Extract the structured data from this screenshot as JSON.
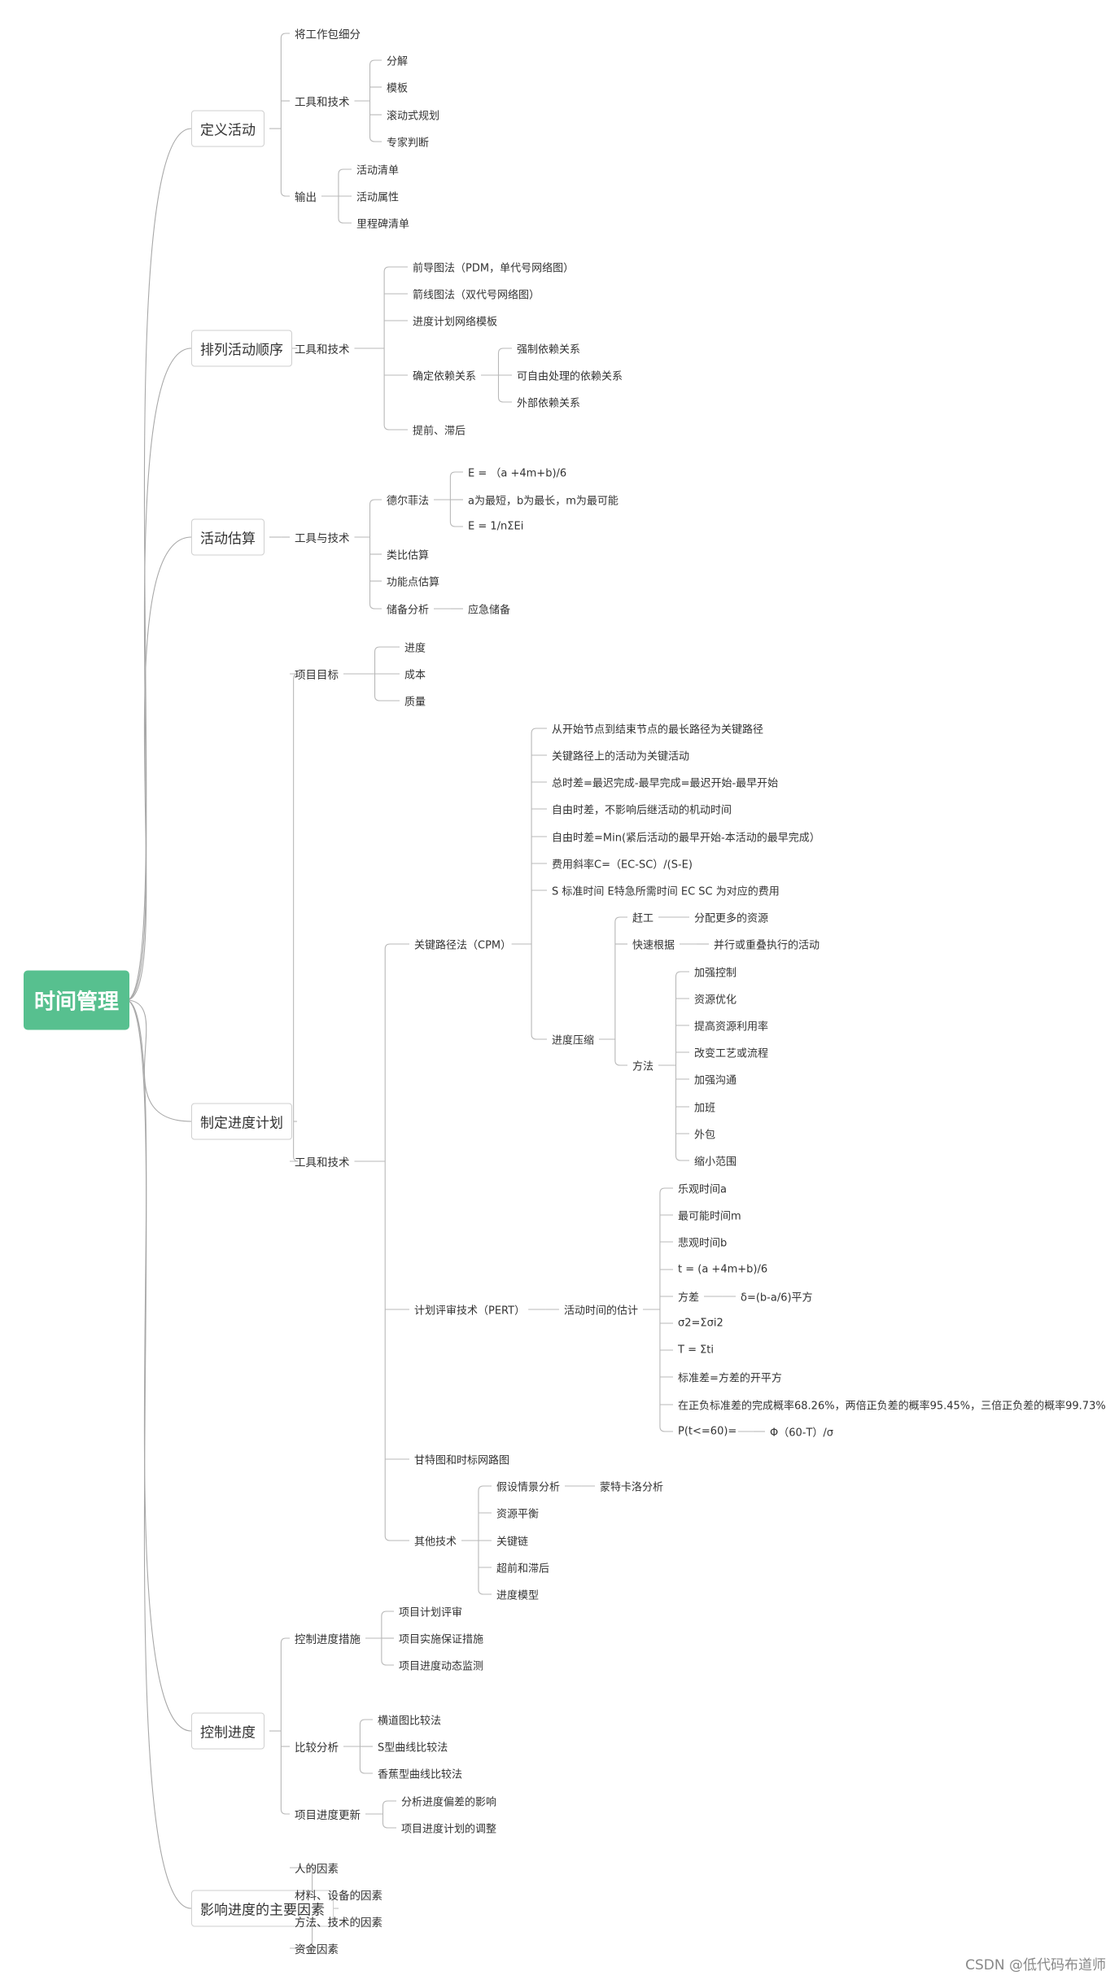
{
  "root": "时间管理",
  "watermark": "CSDN @低代码布道师",
  "branches": [
    {
      "text": "定义活动",
      "children": [
        {
          "text": "将工作包细分"
        },
        {
          "text": "工具和技术",
          "children": [
            {
              "text": "分解"
            },
            {
              "text": "模板"
            },
            {
              "text": "滚动式规划"
            },
            {
              "text": "专家判断"
            }
          ]
        },
        {
          "text": "输出",
          "children": [
            {
              "text": "活动清单"
            },
            {
              "text": "活动属性"
            },
            {
              "text": "里程碑清单"
            }
          ]
        }
      ]
    },
    {
      "text": "排列活动顺序",
      "children": [
        {
          "text": "工具和技术",
          "children": [
            {
              "text": "前导图法（PDM，单代号网络图）"
            },
            {
              "text": "箭线图法（双代号网络图）"
            },
            {
              "text": "进度计划网络模板"
            },
            {
              "text": "确定依赖关系",
              "children": [
                {
                  "text": "强制依赖关系"
                },
                {
                  "text": "可自由处理的依赖关系"
                },
                {
                  "text": "外部依赖关系"
                }
              ]
            },
            {
              "text": "提前、滞后"
            }
          ]
        }
      ]
    },
    {
      "text": "活动估算",
      "children": [
        {
          "text": "工具与技术",
          "children": [
            {
              "text": "德尔菲法",
              "children": [
                {
                  "text": "E = （a +4m+b)/6"
                },
                {
                  "text": "a为最短，b为最长，m为最可能"
                },
                {
                  "text": "E = 1/nΣEi"
                }
              ]
            },
            {
              "text": "类比估算"
            },
            {
              "text": "功能点估算"
            },
            {
              "text": "储备分析",
              "children": [
                {
                  "text": "应急储备"
                }
              ]
            }
          ]
        }
      ]
    },
    {
      "text": "制定进度计划",
      "children": [
        {
          "text": "项目目标",
          "children": [
            {
              "text": "进度"
            },
            {
              "text": "成本"
            },
            {
              "text": "质量"
            }
          ]
        },
        {
          "text": "工具和技术",
          "children": [
            {
              "text": "关键路径法（CPM）",
              "children": [
                {
                  "text": "从开始节点到结束节点的最长路径为关键路径"
                },
                {
                  "text": "关键路径上的活动为关键活动"
                },
                {
                  "text": "总时差=最迟完成-最早完成=最迟开始-最早开始"
                },
                {
                  "text": "自由时差，不影响后继活动的机动时间"
                },
                {
                  "text": "自由时差=Min(紧后活动的最早开始-本活动的最早完成）"
                },
                {
                  "text": "费用斜率C=（EC-SC）/(S-E)"
                },
                {
                  "text": "S 标准时间 E特急所需时间 EC SC 为对应的费用"
                },
                {
                  "text": "进度压缩",
                  "children": [
                    {
                      "text": "赶工",
                      "children": [
                        {
                          "text": "分配更多的资源"
                        }
                      ]
                    },
                    {
                      "text": "快速根据",
                      "children": [
                        {
                          "text": "并行或重叠执行的活动"
                        }
                      ]
                    },
                    {
                      "text": "方法",
                      "children": [
                        {
                          "text": "加强控制"
                        },
                        {
                          "text": "资源优化"
                        },
                        {
                          "text": "提高资源利用率"
                        },
                        {
                          "text": "改变工艺或流程"
                        },
                        {
                          "text": "加强沟通"
                        },
                        {
                          "text": "加班"
                        },
                        {
                          "text": "外包"
                        },
                        {
                          "text": "缩小范围"
                        }
                      ]
                    }
                  ]
                }
              ]
            },
            {
              "text": "计划评审技术（PERT）",
              "children": [
                {
                  "text": "活动时间的估计",
                  "children": [
                    {
                      "text": "乐观时间a"
                    },
                    {
                      "text": "最可能时间m"
                    },
                    {
                      "text": "悲观时间b"
                    },
                    {
                      "text": "t = (a +4m+b)/6"
                    },
                    {
                      "text": "方差",
                      "children": [
                        {
                          "text": "δ=(b-a/6)平方"
                        }
                      ]
                    },
                    {
                      "text": "σ2=Σσi2"
                    },
                    {
                      "text": "T = Σti"
                    },
                    {
                      "text": "标准差=方差的开平方"
                    },
                    {
                      "text": "在正负标准差的完成概率68.26%，两倍正负差的概率95.45%，三倍正负差的概率99.73%"
                    },
                    {
                      "text": "P(t<=60)=",
                      "children": [
                        {
                          "text": "Φ（60-T）/σ"
                        }
                      ]
                    }
                  ]
                }
              ]
            },
            {
              "text": "甘特图和时标网路图"
            },
            {
              "text": "其他技术",
              "children": [
                {
                  "text": "假设情景分析",
                  "children": [
                    {
                      "text": "蒙特卡洛分析"
                    }
                  ]
                },
                {
                  "text": "资源平衡"
                },
                {
                  "text": "关键链"
                },
                {
                  "text": "超前和滞后"
                },
                {
                  "text": "进度模型"
                }
              ]
            }
          ]
        }
      ]
    },
    {
      "text": "控制进度",
      "children": [
        {
          "text": "控制进度措施",
          "children": [
            {
              "text": "项目计划评审"
            },
            {
              "text": "项目实施保证措施"
            },
            {
              "text": "项目进度动态监测"
            }
          ]
        },
        {
          "text": "比较分析",
          "children": [
            {
              "text": "横道图比较法"
            },
            {
              "text": "S型曲线比较法"
            },
            {
              "text": "香蕉型曲线比较法"
            }
          ]
        },
        {
          "text": "项目进度更新",
          "children": [
            {
              "text": "分析进度偏差的影响"
            },
            {
              "text": "项目进度计划的调整"
            }
          ]
        }
      ]
    },
    {
      "text": "影响进度的主要因素",
      "children": [
        {
          "text": "人的因素"
        },
        {
          "text": "材料、设备的因素"
        },
        {
          "text": "方法、技术的因素"
        },
        {
          "text": "资金因素"
        }
      ]
    }
  ]
}
